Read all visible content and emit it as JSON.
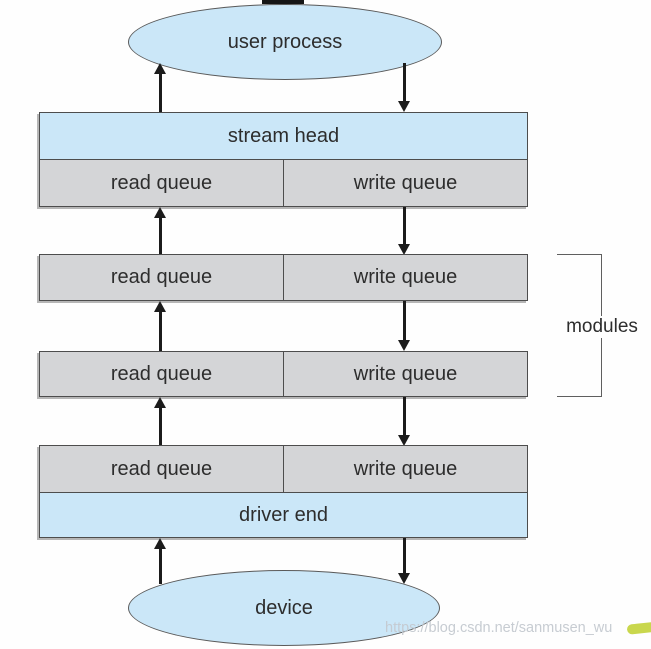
{
  "nodes": {
    "user_process": {
      "label": "user process"
    },
    "stream_head": {
      "label": "stream head"
    },
    "driver_end": {
      "label": "driver end"
    },
    "device": {
      "label": "device"
    }
  },
  "queue_rows": [
    {
      "read": "read queue",
      "write": "write queue"
    },
    {
      "read": "read queue",
      "write": "write queue"
    },
    {
      "read": "read queue",
      "write": "write queue"
    },
    {
      "read": "read queue",
      "write": "write queue"
    }
  ],
  "bracket": {
    "label": "modules"
  },
  "watermark": {
    "text": "https://blog.csdn.net/sanmusen_wu",
    "icon": "csdn-pen-icon"
  },
  "colors": {
    "node_blue": "#cbe7f8",
    "queue_gray": "#d4d5d7",
    "border_dark": "#4d4d4d",
    "arrow_black": "#1b1b1b",
    "watermark_gray": "#c4c9d0",
    "watermark_icon_yellow": "#c9d74d"
  }
}
